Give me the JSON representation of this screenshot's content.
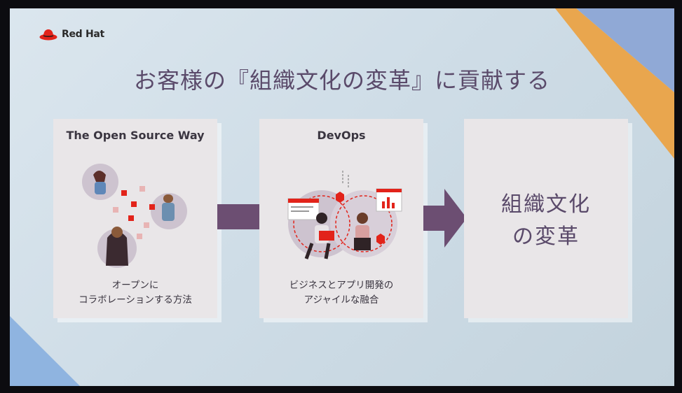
{
  "brand": {
    "name": "Red Hat"
  },
  "slide": {
    "title": "お客様の『組織文化の変革』に貢献する",
    "cards": [
      {
        "title": "The Open Source Way",
        "caption_lines": [
          "オープンに",
          "コラボレーションする方法"
        ]
      },
      {
        "title": "DevOps",
        "caption_lines": [
          "ビジネスとアプリ開発の",
          "アジャイルな融合"
        ]
      },
      {
        "title": "",
        "main_lines": [
          "組織文化",
          "の変革"
        ]
      }
    ]
  },
  "colors": {
    "title": "#5a4a6a",
    "connector": "#6c4e72",
    "brand_red": "#e2231a",
    "accent_orange": "#e9a64e",
    "accent_blue": "#90a9d6"
  },
  "icons": {
    "logo": "red-hat-fedora-icon",
    "card1": "collaboration-illustration",
    "card2": "devops-illustration",
    "connector": "right-arrow-icon"
  }
}
